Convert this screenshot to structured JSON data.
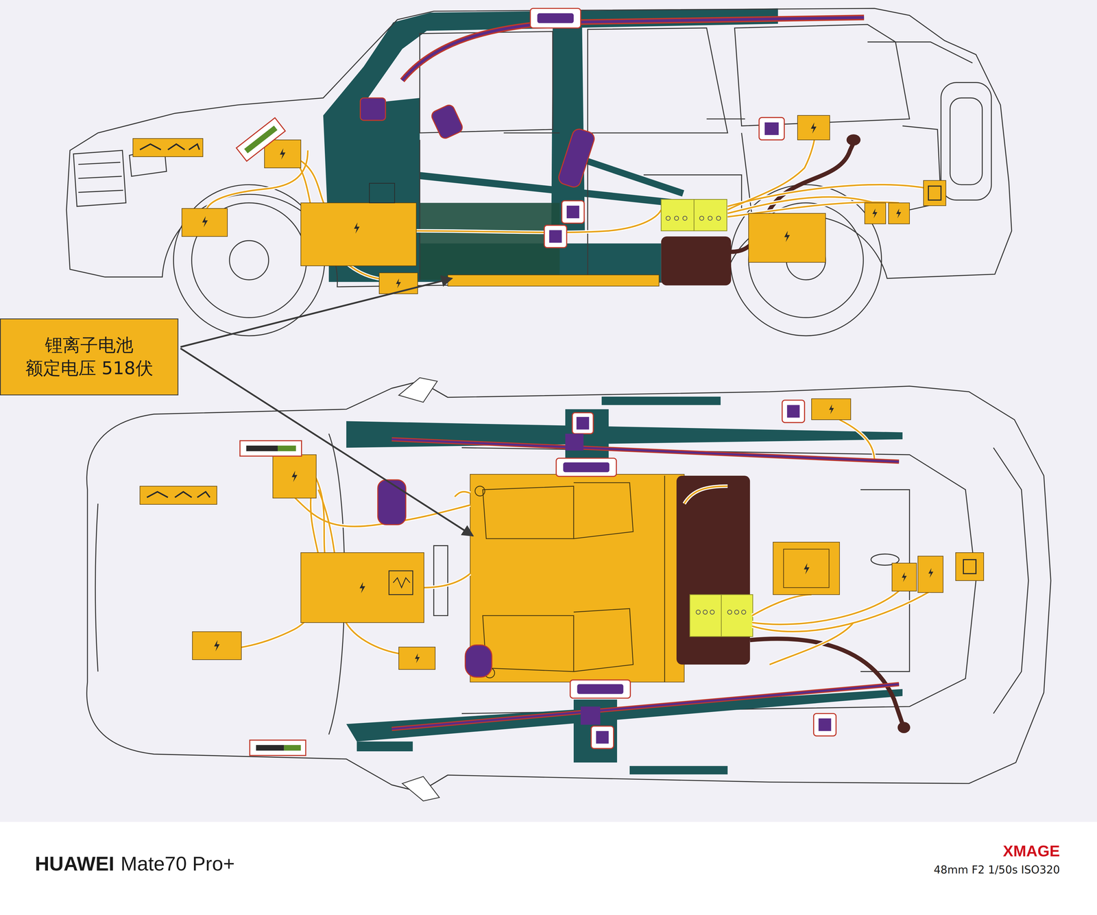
{
  "diagram": {
    "nodes": [
      {
        "text": [
          "锂离子电池 额定电压 518伏"
        ]
      }
    ],
    "labels": [
      "HUAWEI",
      "Mate70 Pro+",
      "XMAGE",
      "48mm F2 1/50s ISO320"
    ]
  }
}
